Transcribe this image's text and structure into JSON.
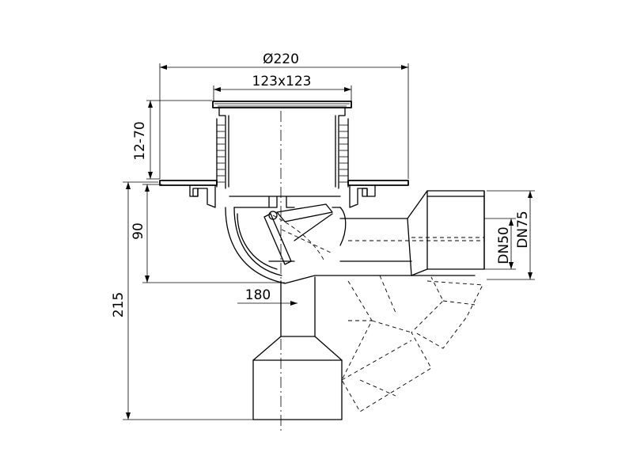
{
  "dimensions": {
    "outer_diameter": "Ø220",
    "grate_size": "123x123",
    "height_adjust": "12-70",
    "body_height": "90",
    "total_height": "215",
    "outlet_offset": "180",
    "outlet_dn_inner": "DN50",
    "outlet_dn_outer": "DN75"
  }
}
